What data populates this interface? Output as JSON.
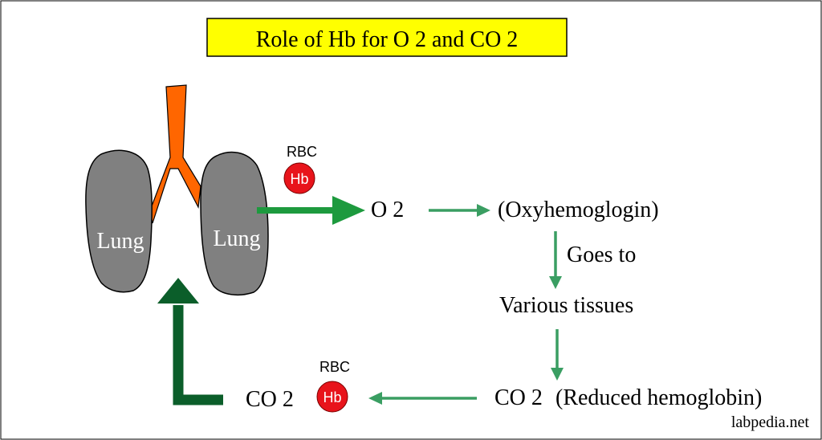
{
  "title": "Role of Hb for O 2 and CO 2",
  "lung_left_label": "Lung",
  "lung_right_label": "Lung",
  "rbc_top": {
    "caption": "RBC",
    "badge": "Hb"
  },
  "rbc_bottom": {
    "caption": "RBC",
    "badge": "Hb"
  },
  "o2_label": "O 2",
  "oxyhemoglobin_label": "(Oxyhemoglogin)",
  "goes_to_label": "Goes to",
  "various_tissues_label": "Various tissues",
  "co2_right_label": "CO 2",
  "reduced_hemoglobin_label": "(Reduced hemoglobin)",
  "co2_left_label": "CO 2",
  "watermark": "labpedia.net",
  "colors": {
    "title_background": "#ffff00",
    "lung_fill": "#808080",
    "trachea_fill": "#ff6600",
    "hb_fill": "#e8141b",
    "arrow_bright": "#1d9a3e",
    "arrow_light": "#3a9e62",
    "arrow_dark": "#0b5e2a"
  }
}
